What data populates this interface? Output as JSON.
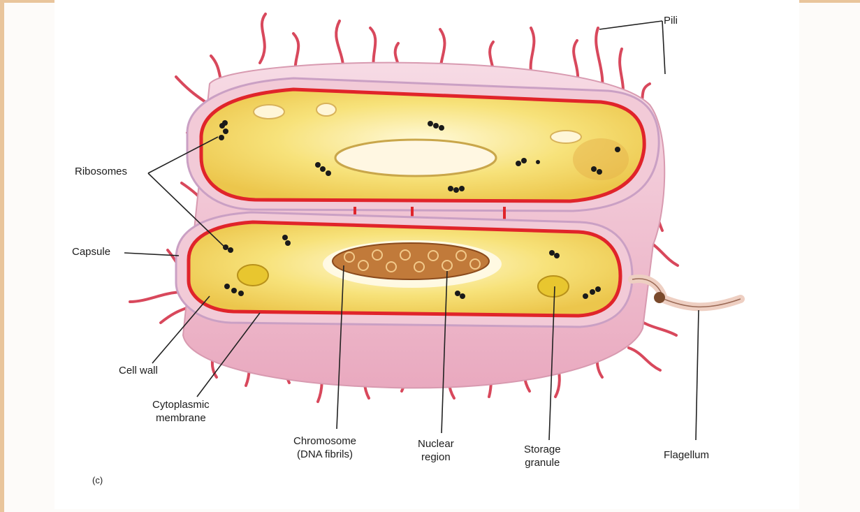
{
  "labels": {
    "pili": "Pili",
    "ribosomes": "Ribosomes",
    "capsule": "Capsule",
    "cell_wall": "Cell wall",
    "cytoplasmic_membrane": [
      "Cytoplasmic",
      "membrane"
    ],
    "chromosome": [
      "Chromosome",
      "(DNA fibrils)"
    ],
    "nuclear_region": [
      "Nuclear",
      "region"
    ],
    "storage_granule": [
      "Storage",
      "granule"
    ],
    "flagellum": "Flagellum",
    "panel_letter": "(c)"
  },
  "colors": {
    "page_border": "#e9c59c",
    "capsule": "#f0c6d4",
    "cell_wall": "#e0242a",
    "cytoplasm": "#f6e06a",
    "pili": "#d8485c",
    "ribosome": "#1a1a1a",
    "chromosome": "#b2652b",
    "storage_granule": "#e8c62f",
    "flagellum": "#f0d8cc"
  }
}
